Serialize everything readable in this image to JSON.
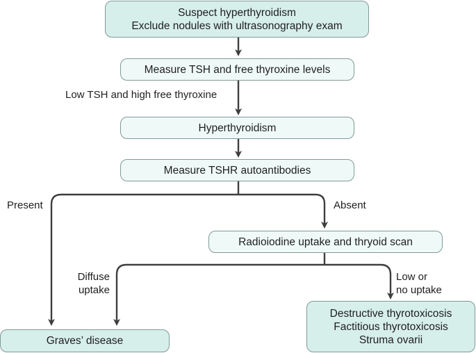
{
  "nodes": {
    "suspect": {
      "lines": [
        "Suspect hyperthyroidism",
        "Exclude nodules with ultrasonography exam"
      ]
    },
    "measure_tsh": {
      "lines": [
        "Measure TSH and free thyroxine levels"
      ]
    },
    "hyperthyroidism": {
      "lines": [
        "Hyperthyroidism"
      ]
    },
    "measure_tshr": {
      "lines": [
        "Measure TSHR autoantibodies"
      ]
    },
    "radioiodine": {
      "lines": [
        "Radioiodine uptake and thryoid scan"
      ]
    },
    "graves": {
      "lines": [
        "Graves’ disease"
      ]
    },
    "destructive": {
      "lines": [
        "Destructive thyrotoxicosis",
        "Factitious thyrotoxicosis",
        "Struma ovarii"
      ]
    }
  },
  "edge_labels": {
    "low_tsh": [
      "Low TSH and high free thyroxine"
    ],
    "present": [
      "Present"
    ],
    "absent": [
      "Absent"
    ],
    "diffuse": [
      "Diffuse",
      "uptake"
    ],
    "low_uptake": [
      "Low or",
      "no uptake"
    ]
  },
  "colors": {
    "box_teal": "#d7efeb",
    "box_pale": "#effaf8",
    "box_border": "#7f9a97",
    "connector": "#3e3e3e"
  }
}
